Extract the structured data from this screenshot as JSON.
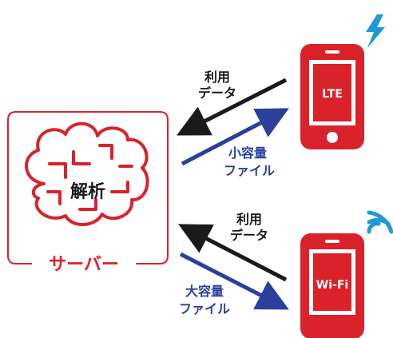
{
  "server": {
    "caption": "サーバー",
    "brain_label": "解析"
  },
  "phones": [
    {
      "screen_label": "LTE",
      "badge_icon": "lightning-icon"
    },
    {
      "screen_label": "Wi-Fi",
      "badge_icon": "wifi-icon"
    }
  ],
  "arrows": {
    "top_upload_line1": "利用",
    "top_upload_line2": "データ",
    "top_download_line1": "小容量",
    "top_download_line2": "ファイル",
    "bottom_upload_line1": "利用",
    "bottom_upload_line2": "データ",
    "bottom_download_line1": "大容量",
    "bottom_download_line2": "ファイル"
  },
  "colors": {
    "red": "#d9222a",
    "blue": "#2b3f9c",
    "black": "#1a1a1a",
    "sky": "#1f9ad6"
  }
}
